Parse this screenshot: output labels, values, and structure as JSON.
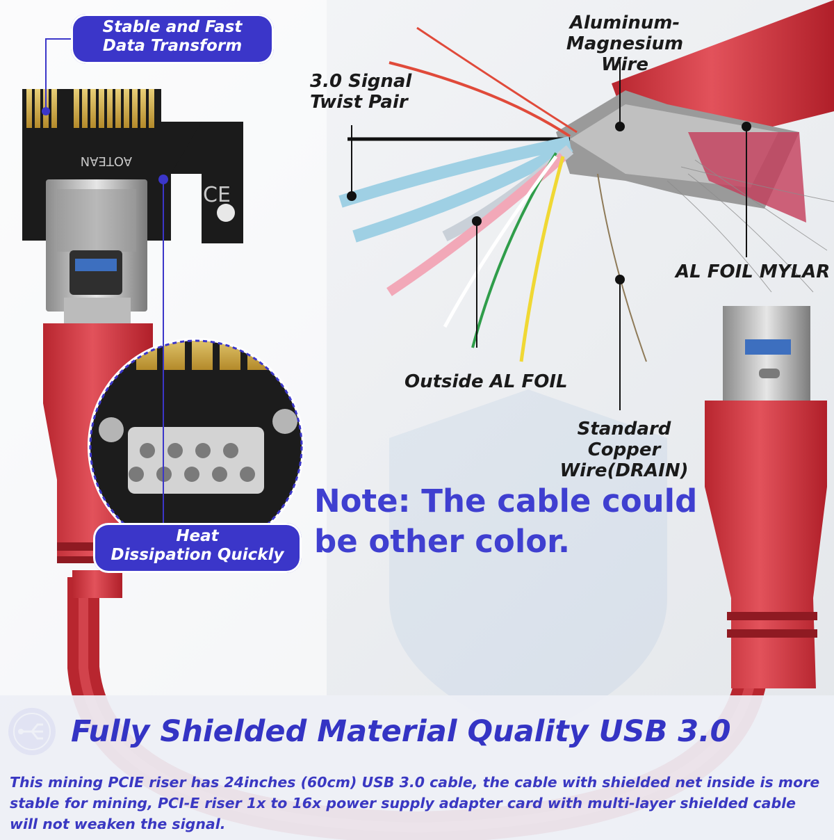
{
  "callouts": {
    "top_pill": "Stable and Fast\nData Transform",
    "heat_pill": "Heat\nDissipation Quickly",
    "aluminum": "Aluminum-Magnesium\nWire",
    "signal": "3.0 Signal\nTwist Pair",
    "foil_mylar": "AL FOIL MYLAR",
    "outside_foil": "Outside AL FOIL",
    "drain": "Standard Copper\nWire(DRAIN)"
  },
  "board_text": "AOTEAN",
  "note": "Note: The cable could be other color.",
  "heading": "Fully Shielded Material Quality USB 3.0",
  "description": "This mining PCIE riser has 24inches (60cm) USB 3.0 cable, the cable with shielded net inside is more stable for mining, PCI-E riser 1x to 16x power supply adapter card with multi-layer shielded cable will not weaken the signal.",
  "colors": {
    "accent_blue": "#3b36c9",
    "cable_red": "#d9404a",
    "board_black": "#1b1b1b",
    "gold": "#c9a53c"
  },
  "icons": [
    "usb-shield-icon"
  ]
}
